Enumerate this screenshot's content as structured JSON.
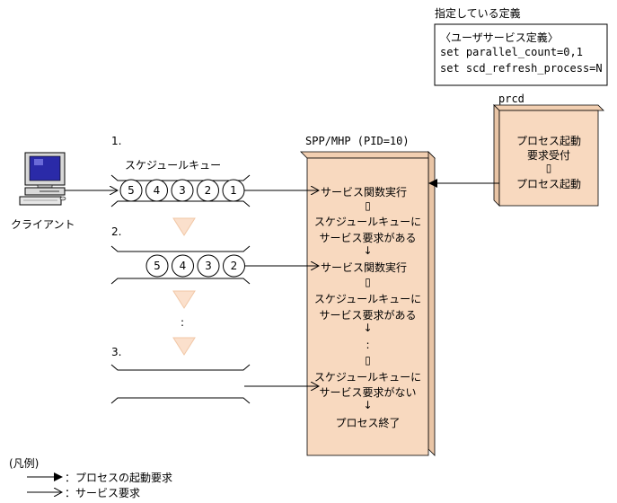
{
  "defined_settings": {
    "title": "指定している定義",
    "box_header": "〈ユーザサービス定義〉",
    "lines": [
      "set parallel_count=0,1",
      "set scd_refresh_process=N"
    ]
  },
  "client": {
    "label": "クライアント"
  },
  "schedule_queue": {
    "label": "スケジュールキュー"
  },
  "steps": {
    "s1": "1.",
    "s2": "2.",
    "s3": "3."
  },
  "queues": {
    "q1": [
      "5",
      "4",
      "3",
      "2",
      "1"
    ],
    "q2": [
      "5",
      "4",
      "3",
      "2"
    ]
  },
  "vertical_dots": ":",
  "spp": {
    "title": "SPP/MHP (PID=10)",
    "seq1": {
      "line1": "サービス関数実行",
      "sep1": "▯",
      "line2": "スケジュールキューに",
      "line3": "サービス要求がある",
      "arrow": "↓"
    },
    "seq2": {
      "line1": "サービス関数実行",
      "sep1": "▯",
      "line2": "スケジュールキューに",
      "line3": "サービス要求がある",
      "arrow": "↓",
      "dots": ":"
    },
    "seq3": {
      "sep1": "▯",
      "line1": "スケジュールキューに",
      "line2": "サービス要求がない",
      "arrow": "↓",
      "line3": "プロセス終了"
    }
  },
  "prcd": {
    "title": "prcd",
    "line1": "プロセス起動",
    "line2": "要求受付",
    "sep": "▯",
    "line3": "プロセス起動"
  },
  "legend": {
    "title": "(凡例)",
    "item1": "：プロセスの起動要求",
    "item2": "：サービス要求"
  },
  "colors": {
    "box_fill": "#f8d9bf",
    "box_side": "#e9c5a6",
    "triangle_fill": "#fbe0cc",
    "monitor_screen": "#2a2aa8"
  }
}
